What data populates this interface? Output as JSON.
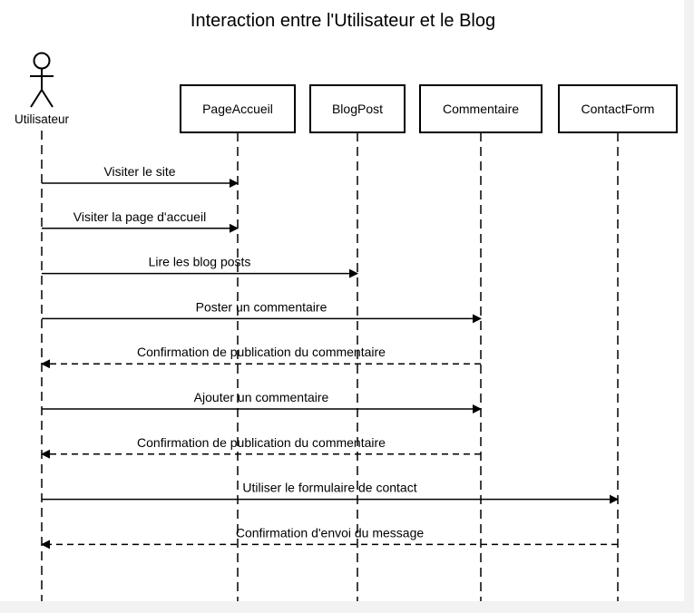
{
  "diagram": {
    "title": "Interaction entre l'Utilisateur et le Blog",
    "colors": {
      "background": "#f2f2f2",
      "panel": "#ffffff",
      "stroke": "#000000"
    },
    "actor": {
      "label": "Utilisateur",
      "icon": "stick-figure-actor-icon"
    },
    "participants": [
      {
        "id": "page-accueil",
        "label": "PageAccueil"
      },
      {
        "id": "blog-post",
        "label": "BlogPost"
      },
      {
        "id": "commentaire",
        "label": "Commentaire"
      },
      {
        "id": "contact-form",
        "label": "ContactForm"
      }
    ],
    "messages": [
      {
        "from": "Utilisateur",
        "to": "PageAccueil",
        "label": "Visiter le site",
        "style": "solid"
      },
      {
        "from": "Utilisateur",
        "to": "PageAccueil",
        "label": "Visiter la page d'accueil",
        "style": "solid"
      },
      {
        "from": "Utilisateur",
        "to": "BlogPost",
        "label": "Lire les blog posts",
        "style": "solid"
      },
      {
        "from": "Utilisateur",
        "to": "Commentaire",
        "label": "Poster un commentaire",
        "style": "solid"
      },
      {
        "from": "Commentaire",
        "to": "Utilisateur",
        "label": "Confirmation de publication du commentaire",
        "style": "dashed"
      },
      {
        "from": "Utilisateur",
        "to": "Commentaire",
        "label": "Ajouter un commentaire",
        "style": "solid"
      },
      {
        "from": "Commentaire",
        "to": "Utilisateur",
        "label": "Confirmation de publication du commentaire",
        "style": "dashed"
      },
      {
        "from": "Utilisateur",
        "to": "ContactForm",
        "label": "Utiliser le formulaire de contact",
        "style": "solid"
      },
      {
        "from": "ContactForm",
        "to": "Utilisateur",
        "label": "Confirmation d'envoi du message",
        "style": "dashed"
      }
    ]
  }
}
